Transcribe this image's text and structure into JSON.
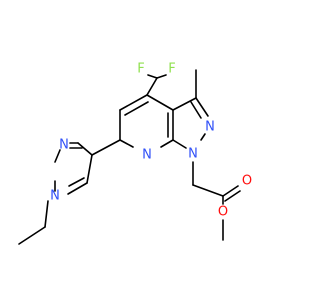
{
  "molecule": {
    "atom_labels": {
      "f_left": "F",
      "f_right": "F",
      "n_pyrazole_upper": "N",
      "n_pyrazole_lower": "N",
      "n_pyridine": "N",
      "n_ring2_upper": "N",
      "n_ring2_lower": "N",
      "o_carbonyl": "O",
      "o_ester": "O"
    },
    "colors": {
      "bond": "#000000",
      "fluorine": "#90e050",
      "nitrogen": "#3050f8",
      "oxygen": "#ff0d0d"
    }
  }
}
